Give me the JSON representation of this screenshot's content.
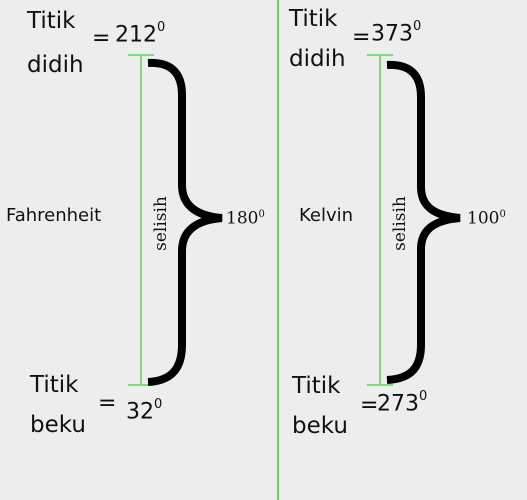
{
  "colors": {
    "background": "#ededed",
    "scale_line": "#7fd97f",
    "divider": "#6ccf6c",
    "brace": "#000000"
  },
  "panels": [
    {
      "scale_name": "Fahrenheit",
      "boiling": {
        "word1": "Titik",
        "word2": "didih",
        "equals": "=",
        "value": "212",
        "degree": "0"
      },
      "freezing": {
        "word1": "Titik",
        "word2": "beku",
        "equals": "=",
        "value": "32",
        "degree": "0"
      },
      "interval_label": "selisih",
      "difference": {
        "value": "180",
        "degree": "0"
      }
    },
    {
      "scale_name": "Kelvin",
      "boiling": {
        "word1": "Titik",
        "word2": "didih",
        "equals": "=",
        "value": "373",
        "degree": "0"
      },
      "freezing": {
        "word1": "Titik",
        "word2": "beku",
        "equals": "=",
        "value": "273",
        "degree": "0"
      },
      "interval_label": "selisih",
      "difference": {
        "value": "100",
        "degree": "0"
      }
    }
  ]
}
